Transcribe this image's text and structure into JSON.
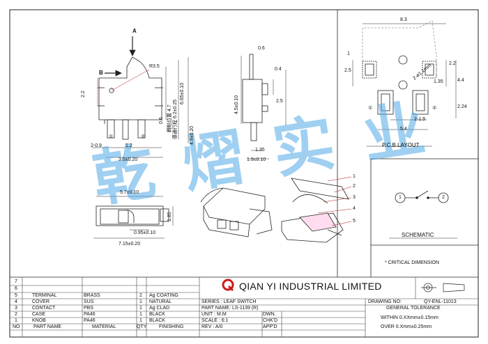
{
  "drawing": {
    "views": {
      "arrow_a": "A",
      "arrow_b": "B",
      "dims_front": {
        "r": "R3.5",
        "d22": "2.2",
        "d47": "4.7",
        "d06a": "0.6",
        "pos_note": "轉點位置 4.7",
        "travel": "導通行程 6.2±0.25",
        "total": "6.65±0.10",
        "height": "4.9±0.20",
        "pitch": "2-0.9",
        "d12": "1.2",
        "width": "3.5±0.20",
        "pin1": "①",
        "pin2": "②"
      },
      "dims_side": {
        "d06": "0.6",
        "d04": "0.4",
        "d25": "2.5",
        "h45": "4.5±0.10",
        "w19": "1.9±0.10",
        "d135": "1.35"
      },
      "dims_bottom": {
        "d57": "5.7±0.10",
        "d185": "1.85",
        "d095": "0.95±0.10",
        "d715": "7.15±0.20"
      },
      "pcb": {
        "d83": "8.3",
        "d1": "1",
        "d25": "2.5",
        "hole": "2-ø1.1mm",
        "d22": "2.2",
        "d44": "4.4",
        "d135": "1.35",
        "d224": "2.24",
        "pitch": "2-1.9",
        "d54": "5.4",
        "pin1": "①",
        "pin2": "②",
        "title": "P.C.B.LAYOUT"
      },
      "balloons": [
        "1",
        "2",
        "3",
        "4",
        "5"
      ],
      "schematic": {
        "pin1": "1",
        "pin2": "2",
        "title": "SCHEMATIC"
      },
      "critical_note": "* CRITICAL  DIMENSION",
      "watermark": "乾 熠 实 业"
    }
  },
  "bom": {
    "headers": [
      "NO",
      "PART NAME",
      "MATERIAL",
      "QTY",
      "FINISHING"
    ],
    "rows": [
      {
        "no": "7",
        "part": "",
        "material": "",
        "qty": "",
        "finish": ""
      },
      {
        "no": "6",
        "part": "",
        "material": "",
        "qty": "",
        "finish": ""
      },
      {
        "no": "5",
        "part": "TERMINAL",
        "material": "BRASS",
        "qty": "2",
        "finish": "Ag COATING"
      },
      {
        "no": "4",
        "part": "COVER",
        "material": "SUS",
        "qty": "1",
        "finish": "NATURAL"
      },
      {
        "no": "3",
        "part": "CONTACT",
        "material": "PBS",
        "qty": "1",
        "finish": "Ag CLAD"
      },
      {
        "no": "2",
        "part": "CASE",
        "material": "PA46",
        "qty": "1",
        "finish": "BLACK"
      },
      {
        "no": "1",
        "part": "KNOB",
        "material": "PA46",
        "qty": "1",
        "finish": "BLACK"
      }
    ]
  },
  "title_block": {
    "company": "QIAN YI INDUSTRIAL LIMITED",
    "series": "SERIES : LEAF SWITCH",
    "part_name": "PART NAME: LS-1139 (R)",
    "unit": "UNIT : M.M",
    "scale": "SCALE : 6:1",
    "rev": "REV   : A/0",
    "dwn": "DWN.",
    "chkd": "CHK'D",
    "appd": "APP'D",
    "drawing_no_label": "DRAWING NO:",
    "drawing_no": "QY-ENL-11013",
    "tolerance_title": "GENERAL TOLERANCE",
    "tol_within": "WITHIN 0.XXmm±0.15mm",
    "tol_over": "OVER   0.Xmm±0.25mm"
  }
}
